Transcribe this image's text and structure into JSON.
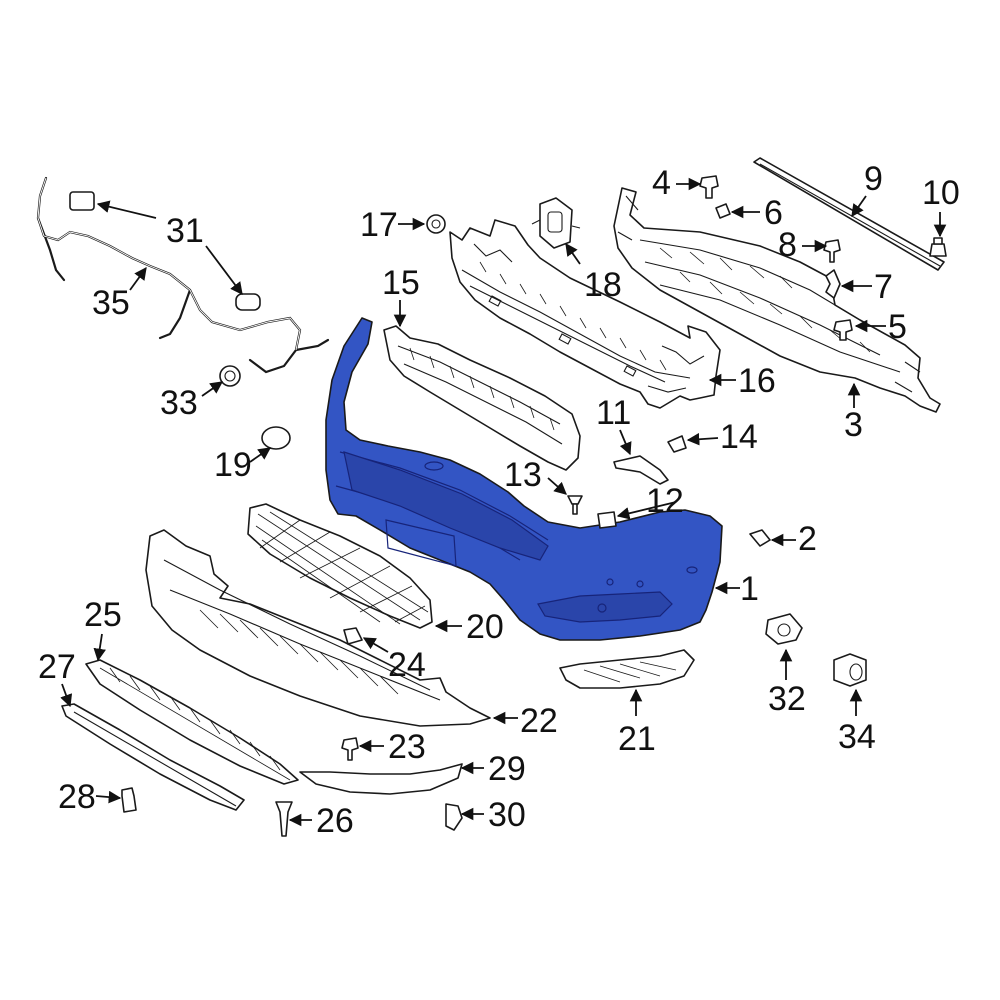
{
  "diagram": {
    "highlight_color": "#3355c4",
    "highlighted_part": "1",
    "callouts": [
      {
        "id": "c1",
        "label": "1"
      },
      {
        "id": "c2",
        "label": "2"
      },
      {
        "id": "c3",
        "label": "3"
      },
      {
        "id": "c4",
        "label": "4"
      },
      {
        "id": "c5",
        "label": "5"
      },
      {
        "id": "c6",
        "label": "6"
      },
      {
        "id": "c7",
        "label": "7"
      },
      {
        "id": "c8",
        "label": "8"
      },
      {
        "id": "c9",
        "label": "9"
      },
      {
        "id": "c10",
        "label": "10"
      },
      {
        "id": "c11",
        "label": "11"
      },
      {
        "id": "c12",
        "label": "12"
      },
      {
        "id": "c13",
        "label": "13"
      },
      {
        "id": "c14",
        "label": "14"
      },
      {
        "id": "c15",
        "label": "15"
      },
      {
        "id": "c16",
        "label": "16"
      },
      {
        "id": "c17",
        "label": "17"
      },
      {
        "id": "c18",
        "label": "18"
      },
      {
        "id": "c19",
        "label": "19"
      },
      {
        "id": "c20",
        "label": "20"
      },
      {
        "id": "c21",
        "label": "21"
      },
      {
        "id": "c22",
        "label": "22"
      },
      {
        "id": "c23",
        "label": "23"
      },
      {
        "id": "c24",
        "label": "24"
      },
      {
        "id": "c25",
        "label": "25"
      },
      {
        "id": "c26",
        "label": "26"
      },
      {
        "id": "c27",
        "label": "27"
      },
      {
        "id": "c28",
        "label": "28"
      },
      {
        "id": "c29",
        "label": "29"
      },
      {
        "id": "c30",
        "label": "30"
      },
      {
        "id": "c31",
        "label": "31"
      },
      {
        "id": "c32",
        "label": "32"
      },
      {
        "id": "c33",
        "label": "33"
      },
      {
        "id": "c34",
        "label": "34"
      },
      {
        "id": "c35",
        "label": "35"
      }
    ]
  }
}
